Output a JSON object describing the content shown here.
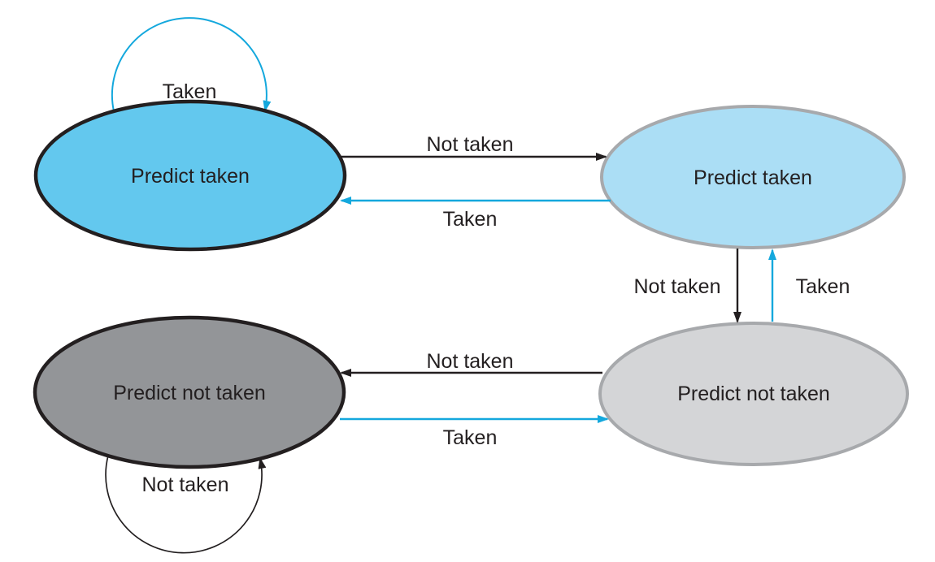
{
  "figure": {
    "description": "2-bit branch prediction finite-state machine diagram",
    "background": "#FFFFFF",
    "text_color": "#231F20",
    "accent_blue": "#14A8DD",
    "states": {
      "strong_taken": {
        "label": "Predict taken",
        "fill": "#63C8EE",
        "border": "#231F20"
      },
      "weak_taken": {
        "label": "Predict taken",
        "fill": "#ABDEF5",
        "border": "#A7A9AC"
      },
      "strong_not_taken": {
        "label": "Predict not taken",
        "fill": "#939598",
        "border": "#231F20"
      },
      "weak_not_taken": {
        "label": "Predict not taken",
        "fill": "#D4D5D7",
        "border": "#A7A9AC"
      }
    },
    "edges": {
      "strong_taken_self": {
        "label": "Taken",
        "color": "#14A8DD"
      },
      "strong_taken_to_weak_taken": {
        "label": "Not taken",
        "color": "#231F20"
      },
      "weak_taken_to_strong_taken": {
        "label": "Taken",
        "color": "#14A8DD"
      },
      "weak_taken_to_weak_not_taken": {
        "label": "Not taken",
        "color": "#231F20"
      },
      "weak_not_taken_to_weak_taken": {
        "label": "Taken",
        "color": "#14A8DD"
      },
      "weak_not_taken_to_strong_not_taken": {
        "label": "Not taken",
        "color": "#231F20"
      },
      "strong_not_taken_to_weak_not_taken": {
        "label": "Taken",
        "color": "#14A8DD"
      },
      "strong_not_taken_self": {
        "label": "Not taken",
        "color": "#231F20"
      }
    }
  }
}
